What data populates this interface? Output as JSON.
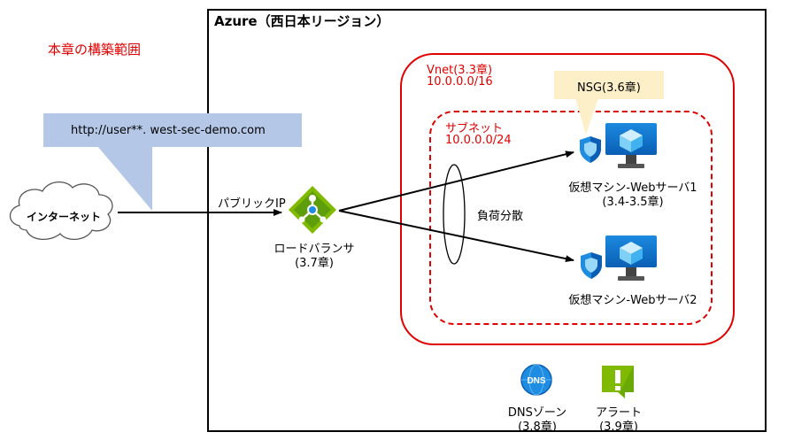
{
  "scope_label": "本章の構築範囲",
  "azure": {
    "title": "Azure（西日本リージョン）"
  },
  "vnet": {
    "label": "Vnet(3.3章)",
    "cidr": "10.0.0.0/16"
  },
  "subnet": {
    "label": "サブネット",
    "cidr": "10.0.0.0/24"
  },
  "nsg": {
    "label": "NSG(3.6章)"
  },
  "internet": {
    "label": "インターネット"
  },
  "url_callout": {
    "text": "http://user**. west-sec-demo.com"
  },
  "public_ip": {
    "label": "パブリックIP"
  },
  "load_balancer": {
    "label": "ロードバランサ",
    "chapter": "(3.7章)"
  },
  "load_balancing": {
    "label": "負荷分散"
  },
  "vm1": {
    "label": "仮想マシン-Webサーバ1",
    "chapter": "(3.4-3.5章)"
  },
  "vm2": {
    "label": "仮想マシン-Webサーバ2"
  },
  "dns": {
    "icon_text": "DNS",
    "label": "DNSゾーン",
    "chapter": "(3.8章)"
  },
  "alert": {
    "label": "アラート",
    "chapter": "(3.9章)"
  },
  "colors": {
    "scope_red": "#e00000",
    "callout_blue": "#b4c7e7",
    "callout_yellow": "#fdf0c9",
    "azure_blue": "#0078d4",
    "lb_green": "#7fba00"
  }
}
